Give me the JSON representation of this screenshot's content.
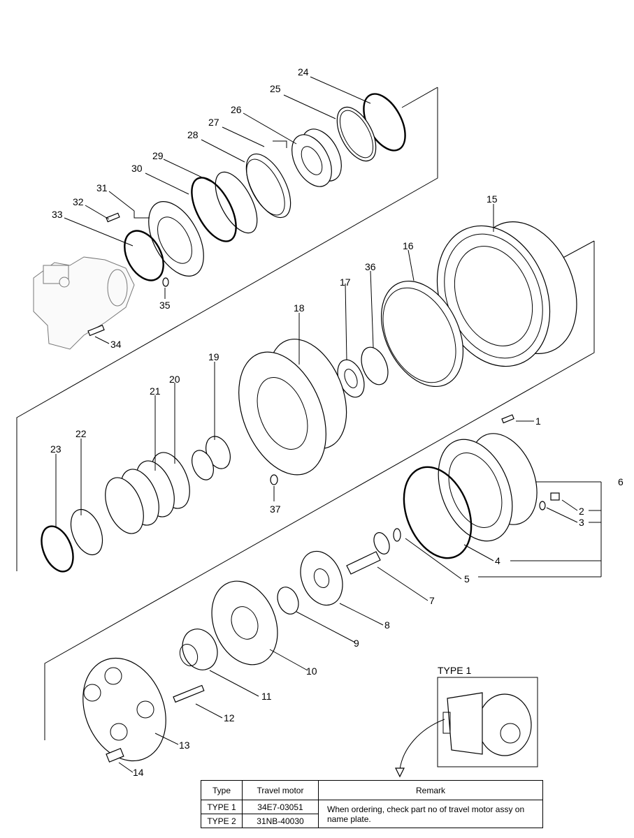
{
  "callouts": [
    "1",
    "2",
    "3",
    "4",
    "5",
    "6",
    "7",
    "8",
    "9",
    "10",
    "11",
    "12",
    "13",
    "14",
    "15",
    "16",
    "17",
    "18",
    "19",
    "20",
    "21",
    "22",
    "23",
    "24",
    "25",
    "26",
    "27",
    "28",
    "29",
    "30",
    "31",
    "32",
    "33",
    "34",
    "35",
    "36",
    "37"
  ],
  "inset": {
    "title": "TYPE 1"
  },
  "table": {
    "headers": [
      "Type",
      "Travel motor",
      "Remark"
    ],
    "rows": [
      {
        "type": "TYPE 1",
        "motor": "34E7-03051"
      },
      {
        "type": "TYPE 2",
        "motor": "31NB-40030"
      }
    ],
    "remark": "When ordering, check part no of travel motor assy on name plate."
  }
}
